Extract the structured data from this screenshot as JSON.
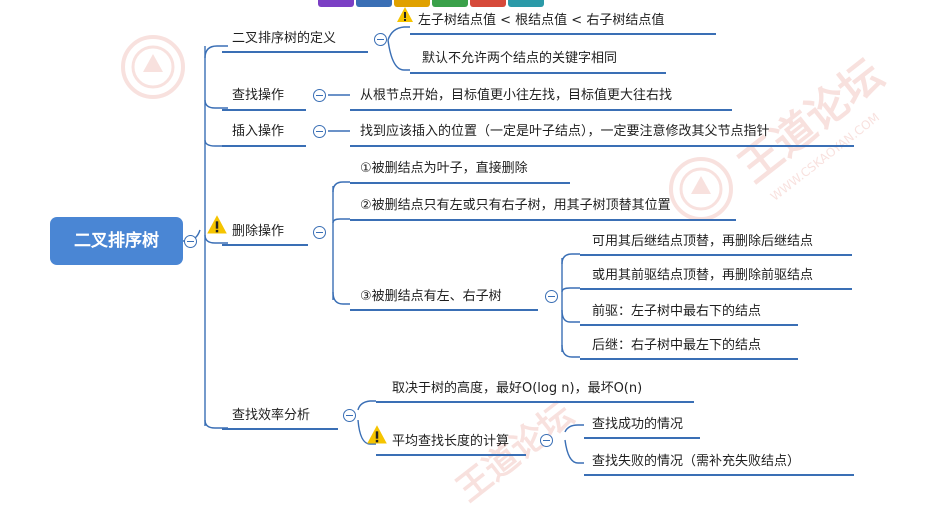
{
  "title": "二叉排序树",
  "colors": {
    "line": "#3a6fb5",
    "root_bg": "#4a86d4",
    "warning": "#f5c400",
    "watermark": "#d84a3a"
  },
  "watermark_brand": "王道论坛",
  "watermark_url": "WWW.CSKAOYAN.COM",
  "definition": {
    "label": "二叉排序树的定义",
    "items": [
      {
        "text": "左子树结点值 < 根结点值 < 右子树结点值",
        "icon": "warning-icon"
      },
      {
        "text": "默认不允许两个结点的关键字相同"
      }
    ]
  },
  "search": {
    "label": "查找操作",
    "detail": "从根节点开始，目标值更小往左找，目标值更大往右找"
  },
  "insert": {
    "label": "插入操作",
    "detail": "找到应该插入的位置（一定是叶子结点），一定要注意修改其父节点指针"
  },
  "delete": {
    "label": "删除操作",
    "icon": "warning-icon",
    "cases": [
      {
        "text": "①被删结点为叶子，直接删除"
      },
      {
        "text": "②被删结点只有左或只有右子树，用其子树顶替其位置"
      },
      {
        "text": "③被删结点有左、右子树",
        "children": [
          "可用其后继结点顶替，再删除后继结点",
          "或用其前驱结点顶替，再删除前驱结点",
          "前驱：左子树中最右下的结点",
          "后继：右子树中最左下的结点"
        ]
      }
    ]
  },
  "efficiency": {
    "label": "查找效率分析",
    "items": [
      {
        "text": "取决于树的高度，最好O(log n)，最坏O(n)"
      },
      {
        "text": "平均查找长度的计算",
        "icon": "warning-icon",
        "children": [
          "查找成功的情况",
          "查找失败的情况（需补充失败结点）"
        ]
      }
    ]
  }
}
